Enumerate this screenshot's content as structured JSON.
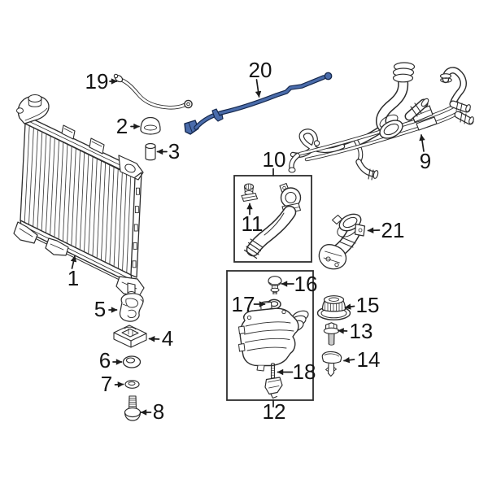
{
  "diagram": {
    "background_color": "#ffffff",
    "line_color": "#2d2d2d",
    "highlighted_callout": "20",
    "highlight_fill": "#4a6cab",
    "highlight_outline": "#16294e",
    "callouts": {
      "c1": "1",
      "c2": "2",
      "c3": "3",
      "c4": "4",
      "c5": "5",
      "c6": "6",
      "c7": "7",
      "c8": "8",
      "c9": "9",
      "c10": "10",
      "c11": "11",
      "c12": "12",
      "c13": "13",
      "c14": "14",
      "c15": "15",
      "c16": "16",
      "c17": "17",
      "c18": "18",
      "c19": "19",
      "c20": "20",
      "c21": "21"
    }
  }
}
